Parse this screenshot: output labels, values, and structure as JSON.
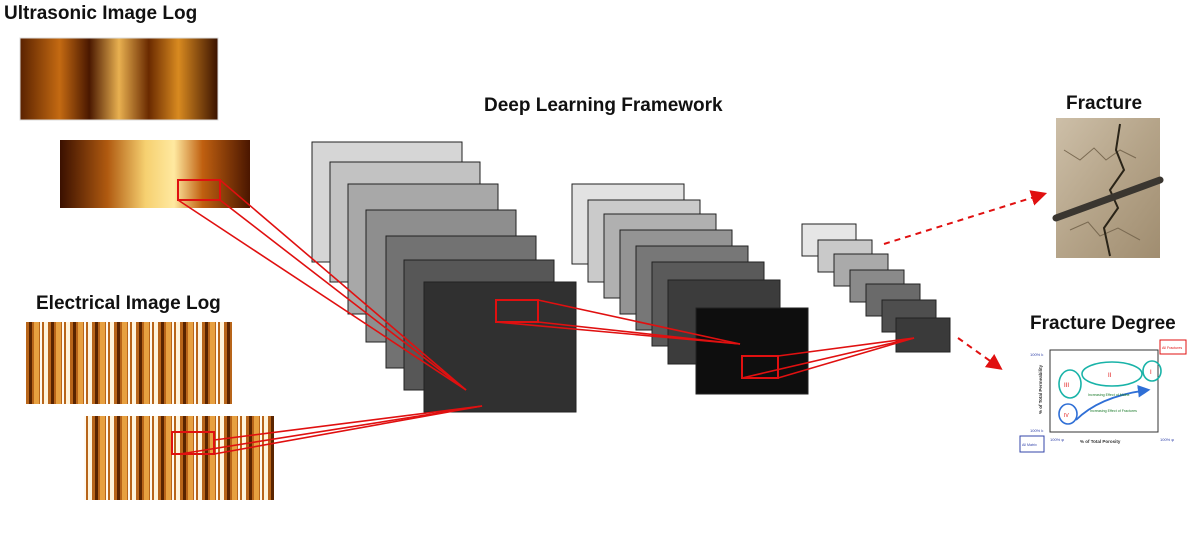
{
  "labels": {
    "ultrasonic": "Ultrasonic Image Log",
    "electrical": "Electrical Image Log",
    "framework": "Deep Learning Framework",
    "fracture": "Fracture",
    "fracture_degree": "Fracture Degree"
  },
  "plot": {
    "y_axis": "% of Total Permeability",
    "x_axis": "% of Total Porosity",
    "y_top": "100% k",
    "y_bottom": "100% k",
    "x_left": "100% φ",
    "x_right": "100% φ",
    "corner_top_right": "All Fractures",
    "corner_bottom_left": "All Matrix",
    "zone_I": "I",
    "zone_II": "II",
    "zone_III": "III",
    "zone_IV": "IV",
    "arrow_label_1": "Increasing Effect of Matrix",
    "arrow_label_2": "Increasing Effect of Fractures"
  },
  "colors": {
    "highlight": "#e01010",
    "ellipse": "#19b3a8",
    "arrow": "#2f6fd6",
    "axis_text": "#3344aa"
  }
}
